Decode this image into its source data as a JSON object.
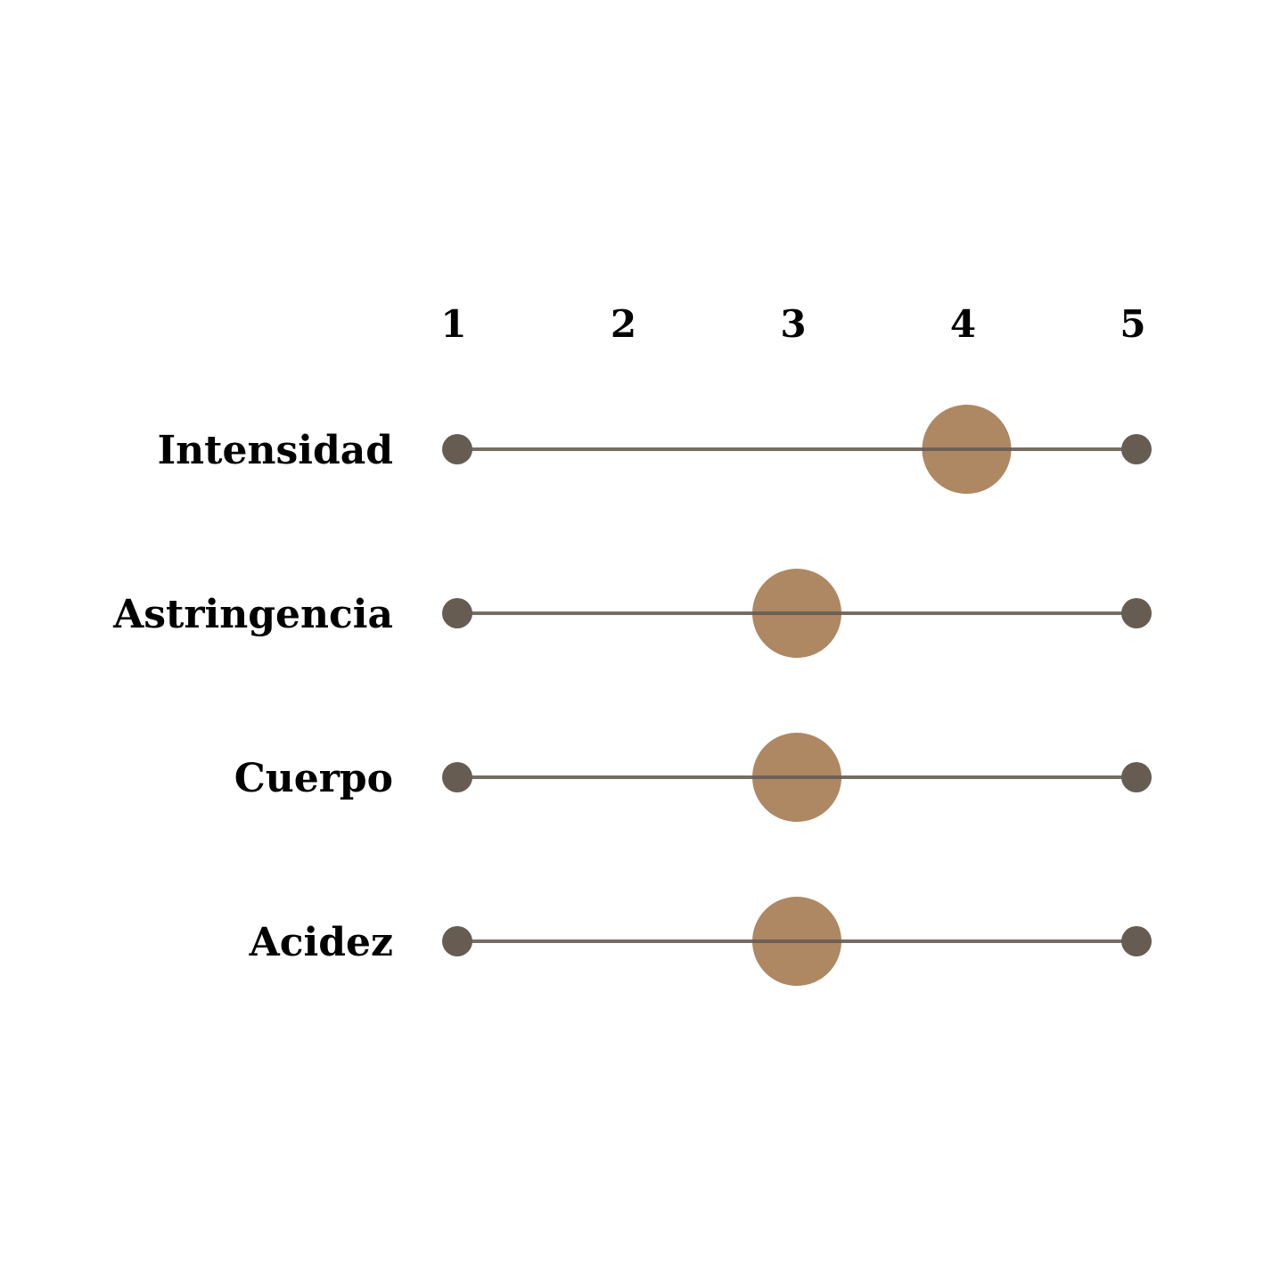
{
  "chart_data": {
    "type": "scatter",
    "title": "",
    "xlabel": "",
    "ylabel": "",
    "xlim": [
      1,
      5
    ],
    "x_ticks": [
      "1",
      "2",
      "3",
      "4",
      "5"
    ],
    "categories": [
      "Intensidad",
      "Astringencia",
      "Cuerpo",
      "Acidez"
    ],
    "values": [
      4,
      3,
      3,
      3
    ],
    "grid": false,
    "colors": {
      "marker": "#ae8763",
      "line": "#665c52",
      "endpoint": "#665c52"
    }
  }
}
